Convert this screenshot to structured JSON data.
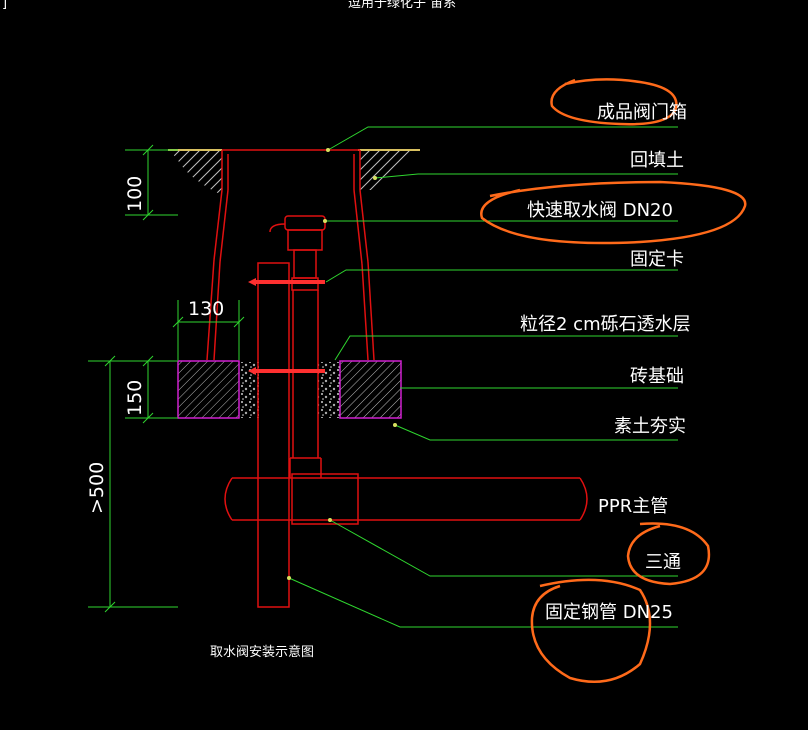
{
  "drawing": {
    "top_title": "逗用于绿化子 宙系",
    "caption": "取水阀安装示意图",
    "corner_mark": "]"
  },
  "labels": [
    {
      "key": "valve_box",
      "text": "成品阀门箱"
    },
    {
      "key": "backfill",
      "text": "回填土"
    },
    {
      "key": "quick_valve",
      "text": "快速取水阀  DN20"
    },
    {
      "key": "clamp",
      "text": "固定卡"
    },
    {
      "key": "gravel",
      "text": "粒径2 cm砾石透水层"
    },
    {
      "key": "brick_base",
      "text": "砖基础"
    },
    {
      "key": "compacted_soil",
      "text": "素土夯实"
    },
    {
      "key": "ppr_main",
      "text": "PPR主管"
    },
    {
      "key": "tee",
      "text": "三通"
    },
    {
      "key": "steel_pipe",
      "text": "固定钢管  DN25"
    }
  ],
  "dimensions": {
    "d100": "100",
    "d130": "130",
    "d150": "150",
    "d500": ">500"
  },
  "colors": {
    "background": "#000000",
    "leader": "#2fd62f",
    "outline": "#e01010",
    "hatch": "#c8c8c8",
    "brick": "#d020d0",
    "annotation": "#ff6a1a",
    "ground": "#d8c060"
  }
}
